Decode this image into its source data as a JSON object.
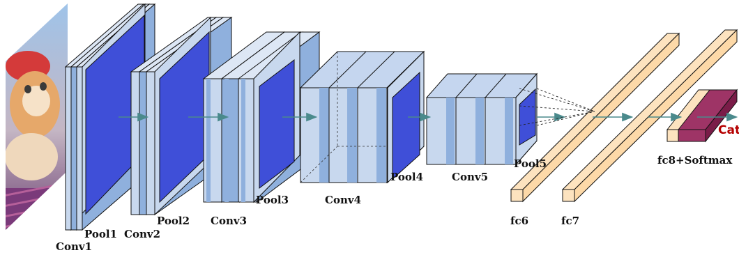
{
  "labels": {
    "conv1": "Conv1",
    "pool1": "Pool1",
    "conv2": "Conv2",
    "pool2": "Pool2",
    "conv3": "Conv3",
    "pool3": "Pool3",
    "conv4": "Conv4",
    "pool4": "Pool4",
    "conv5": "Conv5",
    "pool5": "Pool5",
    "fc6": "fc6",
    "fc7": "fc7",
    "fc8": "fc8+Softmax",
    "output": "Cat"
  },
  "colors": {
    "conv_face": "#c8d8ee",
    "conv_band": "#8fb0dd",
    "pool_face": "#3f4fd8",
    "fc": "#fdd9a8",
    "softmax": "#9e3466",
    "arrow": "#4a8a8c",
    "output_text": "#b50000"
  },
  "input_image": {
    "icon": "kitten-photo"
  }
}
